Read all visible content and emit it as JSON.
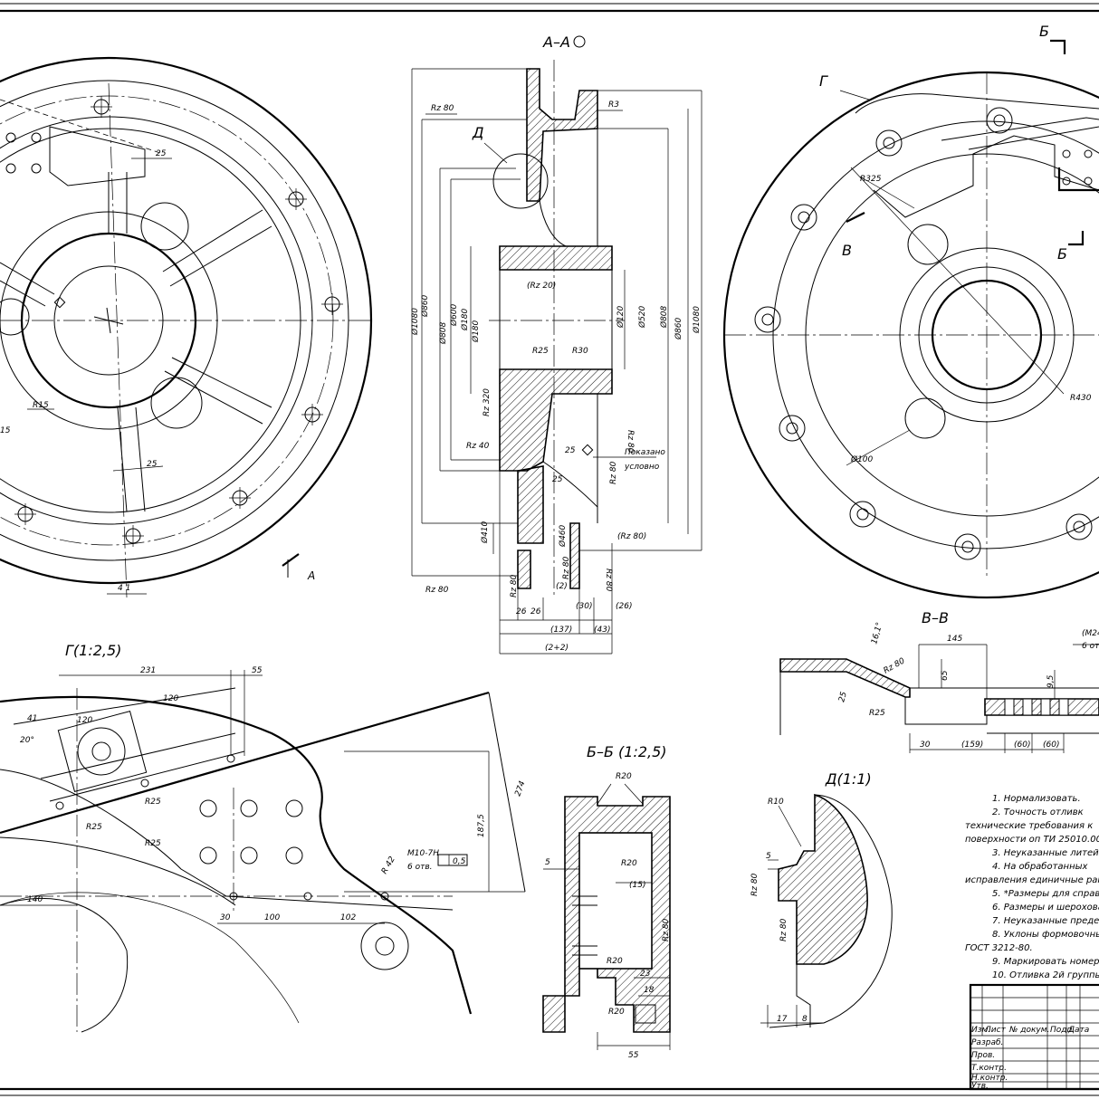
{
  "views": {
    "section_aa": "А–А",
    "view_g": "Г(1:2,5)",
    "section_bb": "Б–Б (1:2,5)",
    "section_vv": "В–В",
    "detail_d": "Д(1:1)"
  },
  "markers": {
    "a": "А",
    "b": "Б",
    "b2": "Б",
    "v": "В",
    "g": "Г",
    "d": "Д"
  },
  "dims_aa": {
    "r3": "R3",
    "rz80_top": "Rz 80",
    "rz20": "(Rz 20)",
    "r25": "R25",
    "r30": "R30",
    "d120": "Ø120",
    "d520": "Ø520",
    "d808": "Ø808",
    "d1080": "Ø1080",
    "d860": "Ø860",
    "d180": "Ø180",
    "d600": "Ø600",
    "rz320": "Rz 320",
    "rz40": "Rz 40",
    "d25": "25",
    "d25b": "25",
    "shown": "Показано",
    "shown2": "условно",
    "rz80b": "Rz 80",
    "d410": "Ø410",
    "d460": "Ø460",
    "rz80c": "(Rz 80)",
    "d26a": "26",
    "d26b": "26",
    "d137": "(137)",
    "d30": "(30)",
    "d43": "(43)",
    "d26c": "(26)",
    "d242": "(2+2)",
    "rz80_bot": "Rz 80",
    "d2": "(2)"
  },
  "dims_front": {
    "d25a": "25",
    "r15": "R15",
    "d25b": "25",
    "d4": "4 1",
    "d15": "15"
  },
  "dims_right": {
    "r325": "R325",
    "r430": "R430",
    "d100": "Ø100"
  },
  "dims_g": {
    "d231": "231",
    "d55": "55",
    "d120a": "120",
    "d120b": "120",
    "d41": "41",
    "d20": "20°",
    "r25a": "R25",
    "r25b": "R25",
    "r25c": "R25",
    "d140": "140",
    "d30": "30",
    "d100": "100",
    "d102": "102",
    "d1875": "187,5",
    "d274": "274",
    "m10": "M10-7H",
    "m10b": "6 отв.",
    "tol": "0,5",
    "r42": "R 42"
  },
  "dims_bb": {
    "r20a": "R20",
    "r20b": "R20",
    "r20c": "R20",
    "r20d": "R20",
    "d5": "5",
    "d15": "(15)",
    "rz80": "Rz 80",
    "d23": "23",
    "d18": "18",
    "d55": "55"
  },
  "dims_vv": {
    "d145": "145",
    "m24": "(M24-",
    "m24b": "6 отв.",
    "d65": "65",
    "d95": "9,5",
    "rz80": "Rz 80",
    "d25": "25",
    "r25": "R25",
    "d30": "30",
    "d159": "(159)",
    "d60a": "(60)",
    "d60b": "(60)",
    "ang": "16,1°"
  },
  "dims_d": {
    "r10": "R10",
    "d5": "5",
    "rz80a": "Rz 80",
    "rz80b": "Rz 80",
    "d17": "17",
    "d8": "8"
  },
  "notes": [
    "1. Нормализовать.",
    "2. Точность отливк",
    "технические требования к",
    "поверхности оп ТИ 25010.00.",
    "3. Неуказанные литейн",
    "4. На обработанных",
    "исправления единичные рако",
    "5. *Размеры для справ",
    "6. Размеры и шерохова",
    "7. Неуказанные предел",
    "8. Уклоны формовочны",
    "ГОСТ 3212-80.",
    "9. Маркировать номер",
    "10. Отливка 2й группы"
  ],
  "title_block": {
    "h_izm": "Изм.",
    "h_list": "Лист",
    "h_doc": "№ докум.",
    "h_sign": "Подп.",
    "h_date": "Дата",
    "r_razrab": "Разраб.",
    "r_prov": "Пров.",
    "r_tkontr": "Т.контр.",
    "r_nkontr": "Н.контр.",
    "r_utv": "Утв."
  }
}
